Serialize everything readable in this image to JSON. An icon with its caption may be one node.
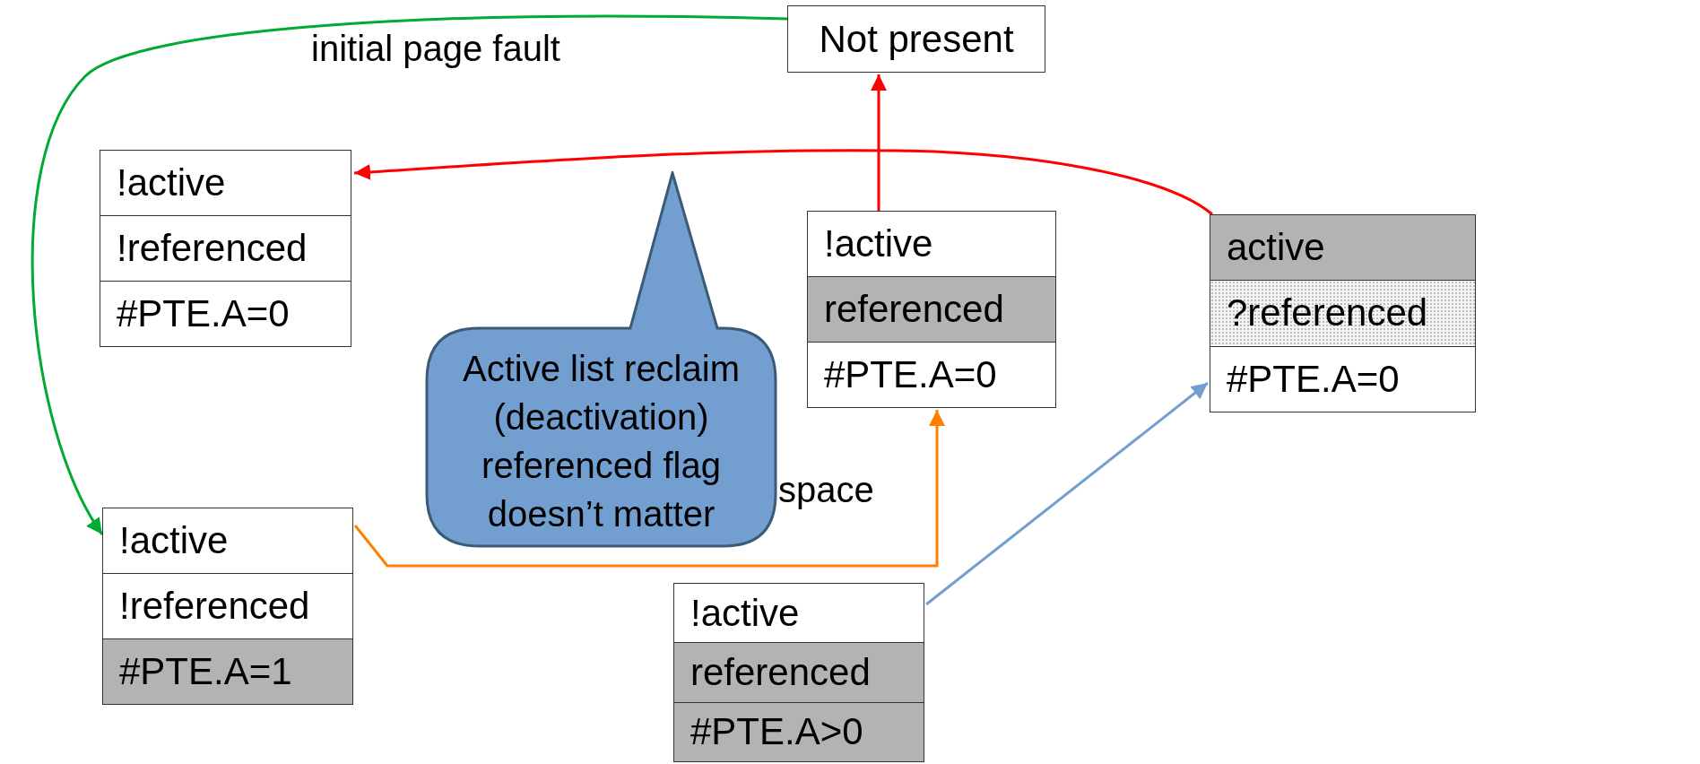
{
  "diagram": {
    "nodes": [
      {
        "text": [
          "Not present"
        ]
      },
      {
        "text": [
          "!active",
          "!referenced",
          "#PTE.A=0"
        ]
      },
      {
        "text": [
          "!active",
          "referenced",
          "#PTE.A=0"
        ]
      },
      {
        "text": [
          "active",
          "?referenced",
          "#PTE.A=0"
        ]
      },
      {
        "text": [
          "Active list reclaim (deactivation) referenced flag doesn’t matter"
        ]
      },
      {
        "text": [
          "!active",
          "!referenced",
          "#PTE.A=1"
        ]
      },
      {
        "text": [
          "!active",
          "referenced",
          "#PTE.A>0"
        ]
      }
    ],
    "edges": [
      {
        "from": 0,
        "to": 5,
        "arrow": "to",
        "label": "initial page fault",
        "color": "#00aa33"
      },
      {
        "from": 3,
        "to": 1,
        "arrow": "to",
        "color": "#ff0000"
      },
      {
        "from": 2,
        "to": 0,
        "arrow": "to",
        "color": "#ff0000"
      },
      {
        "from": 5,
        "to": 2,
        "arrow": "to",
        "color": "#ff8000"
      },
      {
        "from": 6,
        "to": 3,
        "arrow": "to",
        "color": "#729fcf"
      }
    ],
    "labels": [
      "space"
    ]
  }
}
